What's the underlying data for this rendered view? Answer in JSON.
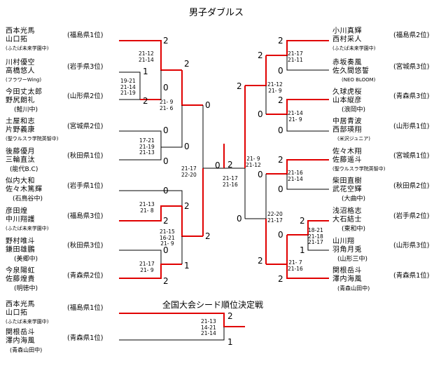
{
  "title": "男子ダブルス",
  "subtitle": "全国大会シード順位決定戦",
  "line_colors": {
    "winner": "#e00000",
    "normal": "#000000"
  },
  "left_teams": [
    {
      "p1": "西本光馬",
      "p2": "山口拓",
      "school": "(ふたば未来学園中)",
      "seed": "(福島県1位)"
    },
    {
      "p1": "川村優空",
      "p2": "高橋悠人",
      "school": "(フラワーWing)",
      "seed": "(岩手県3位)"
    },
    {
      "p1": "今田丈太郎",
      "p2": "野尻朗礼",
      "school": "(鮭川中)",
      "seed": "(山形県2位)"
    },
    {
      "p1": "土屋和志",
      "p2": "片野義康",
      "school": "(聖ウルスラ学院英智中)",
      "seed": "(宮城県2位)"
    },
    {
      "p1": "後藤優月",
      "p2": "三輪直汰",
      "school": "(能代B.C)",
      "seed": "(秋田県1位)"
    },
    {
      "p1": "似内大和",
      "p2": "佐々木篤輝",
      "school": "(石鳥谷中)",
      "seed": "(岩手県1位)"
    },
    {
      "p1": "彦田煌",
      "p2": "中川翔護",
      "school": "(ふたば未来学園中)",
      "seed": "(福島県3位)"
    },
    {
      "p1": "野村唯斗",
      "p2": "鎌田雄鵬",
      "school": "(美郷中)",
      "seed": "(秋田県3位)"
    },
    {
      "p1": "今泉陽虹",
      "p2": "佐藤煌貴",
      "school": "(明徳中)",
      "seed": "(青森県2位)"
    }
  ],
  "right_teams": [
    {
      "p1": "小川真輝",
      "p2": "西村采人",
      "school": "(ふたば未来学園中)",
      "seed": "(福島県2位)"
    },
    {
      "p1": "赤坂奏風",
      "p2": "佐久間悠誓",
      "school": "(NEO BLOOM)",
      "seed": "(宮城県3位)"
    },
    {
      "p1": "久球虎桜",
      "p2": "山本縦彦",
      "school": "(浪岡中)",
      "seed": "(青森県3位)"
    },
    {
      "p1": "中居青波",
      "p2": "西部瑛翔",
      "school": "(米沢ジュニア)",
      "seed": "(山形県1位)"
    },
    {
      "p1": "佐々木翔",
      "p2": "佐藤遥斗",
      "school": "(聖ウルスラ学院英智中)",
      "seed": "(宮城県1位)"
    },
    {
      "p1": "柴田直樹",
      "p2": "武花空輝",
      "school": "(大曲中)",
      "seed": "(秋田県2位)"
    },
    {
      "p1": "浅沼格志",
      "p2": "大石結士",
      "school": "(東和中)",
      "seed": "(岩手県2位)"
    },
    {
      "p1": "山川翔",
      "p2": "羽角月兎",
      "school": "(山形三中)",
      "seed": "(山形県3位)"
    },
    {
      "p1": "関根岳斗",
      "p2": "澤内海風",
      "school": "(青森山田中)",
      "seed": "(青森県1位)"
    }
  ],
  "playoff_teams": [
    {
      "p1": "西本光馬",
      "p2": "山口拓",
      "school": "(ふたば未来学園中)",
      "seed": "(福島県1位)"
    },
    {
      "p1": "関根岳斗",
      "p2": "澤内海風",
      "school": "(青森山田中)",
      "seed": "(青森県1位)"
    }
  ],
  "scores": {
    "l_r1a": "21-12\n21-14",
    "l_pre": "19-21\n21-14\n21-19",
    "l_r2a": "21- 9\n21- 6",
    "l_r1b": "17-21\n21-19\n21-13",
    "l_r1c": "21-13\n21- 8",
    "l_r2b": "21-15\n16-21\n21- 9",
    "l_r1d": "21-17\n21- 9",
    "l_semi": "21-17\n22-20",
    "final": "21-17\n21-16",
    "r_semi": "21- 9\n21-12",
    "r_r1a": "21-17\n21-11",
    "r_r2a": "21-12\n21- 9",
    "r_r1b": "21-14\n21- 9",
    "r_r1c": "21-16\n21-14",
    "r_r2b": "22-20\n21-17",
    "r_pre": "18-21\n21-18\n21-17",
    "r_r1d": "21- 7\n21-16",
    "playoff": "21-13\n14-21\n21-14"
  },
  "results": {
    "l1": "2",
    "l2": "1",
    "l3": "2",
    "l4": "0",
    "l23": "0",
    "l4b": "2",
    "l5": "0",
    "l45": "0",
    "l6": "0",
    "l7": "2",
    "l8": "0",
    "l9": "2",
    "l89": "1",
    "l789": "2",
    "lsemi": "0",
    "lfinal": "0",
    "rfinal": "2",
    "r1": "2",
    "r2": "0",
    "r12": "2",
    "r3": "2",
    "r4": "0",
    "r34": "0",
    "rsemi": "2",
    "r5": "2",
    "r6": "0",
    "r56": "0",
    "r7": "2",
    "r8": "1",
    "r78": "0",
    "r9": "2",
    "r789": "2",
    "rsemi2": "0",
    "p1": "2",
    "p2": "1"
  }
}
